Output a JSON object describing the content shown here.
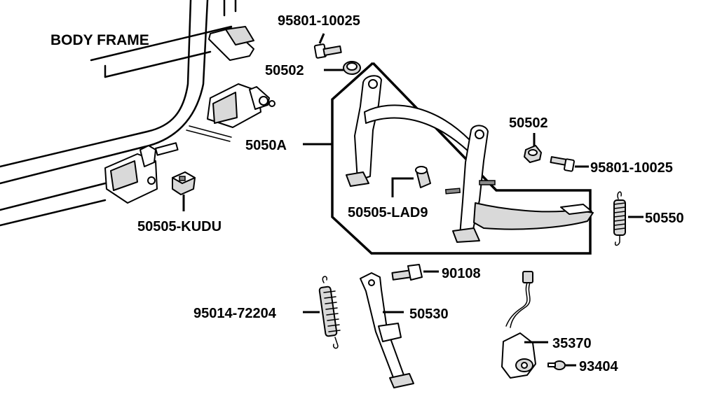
{
  "title": "BODY FRAME",
  "labels": {
    "bolt_top": "95801-10025",
    "nut_top": "50502",
    "main_stand": "5050A",
    "nut_right": "50502",
    "bolt_right": "95801-10025",
    "rubber_lad9": "50505-LAD9",
    "rubber_kudu": "50505-KUDU",
    "spring_main": "50550",
    "bolt_side": "90108",
    "side_stand": "50530",
    "spring_side": "95014-72204",
    "switch": "35370",
    "screw": "93404"
  },
  "colors": {
    "ink": "#000000",
    "paper": "#ffffff",
    "shade": "#d9d9d9"
  }
}
